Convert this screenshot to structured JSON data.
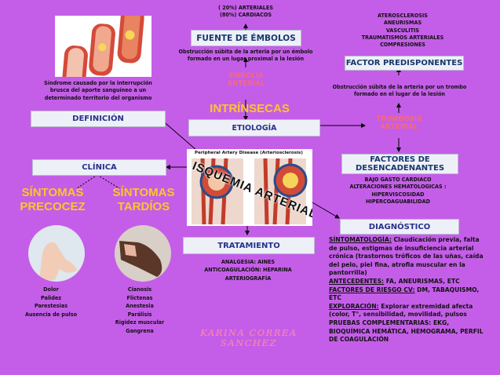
{
  "title": "INTRÍNSECAS",
  "center_image_caption": "Peripheral Artery Disease (Arteriosclerosis)",
  "center_image_overlay": "ISQUEMIA ARTERIAL",
  "author": "KARINA CORREA SANCHEZ",
  "etiologia": {
    "label": "ETIOLOGÍA"
  },
  "embolia": {
    "stats": [
      "( 20%) ARTERIALES",
      "(80%) CARDIACOS"
    ],
    "fuente_label": "FUENTE DE ÉMBOLOS",
    "description": [
      "Obstrucción súbita de la arteria por un émbolo",
      "formado en un lugar proximal a la lesión"
    ],
    "title": [
      "EMBOLIA",
      "ARTERIAL"
    ]
  },
  "trombosis": {
    "causes": [
      "ATEROSCLEROSIS",
      "ANEURISMAS",
      "VASCULITIS",
      "TRAUMATISMOS ARTERIALES",
      "COMPRESIONES"
    ],
    "factor_label": "FACTOR PREDISPONENTES",
    "description": [
      "Obstrucción súbita de la arteria por un trombo",
      "formado en el lugar de la lesión"
    ],
    "title": [
      "TROMBOSIS",
      "ARTERIAL"
    ]
  },
  "desencadenantes": {
    "label": [
      "FACTORES DE",
      "DESENCADENANTES"
    ],
    "items": [
      "BAJO GASTO CARDIACO",
      "ALTERACIONES HEMATOLOGICAS :",
      "HIPERVISCOSIDAD",
      "HIPERCOAGUABILIDAD"
    ]
  },
  "definicion": {
    "text": [
      "Síndrome causado por la interrupción",
      "brusca del aporte sanguíneo a un",
      "determinado territorio del organismo"
    ],
    "label": "DEFINICIÓN"
  },
  "clinica": {
    "label": "CLÍNICA",
    "precoces": {
      "title": [
        "SÍNTOMAS",
        "PRECOCEZ"
      ],
      "items": [
        "Dolor",
        "Palidez",
        "Parestesias",
        "Ausencia de pulso"
      ]
    },
    "tardios": {
      "title": [
        "SÍNTOMAS",
        "TARDÍOS"
      ],
      "items": [
        "Cianosis",
        "Flictenas",
        "Anestesia",
        "Parálisis",
        "Rigidez muscular",
        "Gangrena"
      ]
    }
  },
  "tratamiento": {
    "label": "TRATAMIENTO",
    "items": [
      "ANALGESIA: AINES",
      "ANTICOAGULACIÓN: HEPARINA",
      "ARTERIOGRAFÍA"
    ]
  },
  "diagnostico": {
    "label": "DIAGNÓSTICO",
    "sintomatologia_head": "SÍNTOMATOLOGÍA:",
    "sintomatologia_lines": [
      " Claudicación previa, falta",
      "de pulso, estigmas de insuficiencia arterial",
      "crónica (trastornos tróficos de las uñas, caída",
      "del pelo, piel fina, atrofia muscular en la",
      "pantorrilla)"
    ],
    "antecedentes_head": "ANTECEDENTES:",
    "antecedentes_text": " FA, ANEURISMAS, ETC",
    "factores_head": "FACTORES DE RIESGO CV:",
    "factores_lines": [
      " DM, TABAQUISMO,",
      "ETC"
    ],
    "exploracion_head": "EXPLORACIÓN:",
    "exploracion_lines": [
      " Explorar extremidad afecta",
      "(color, T°, sensibilidad, movilidad, pulsos"
    ],
    "pruebas_lines": [
      "PRUEBAS COMPLEMENTARIAS:  EKG,",
      "BIOQUÍMICA HEMÁTICA, HEMOGRAMA, PERFIL",
      "DE COAGULACIÓN"
    ]
  },
  "colors": {
    "background": "#c45ee8",
    "box": "#eef0f8",
    "box_text": "#27318a",
    "symptom_title": "#ffc238",
    "accent_red": "#ff6a6a"
  }
}
